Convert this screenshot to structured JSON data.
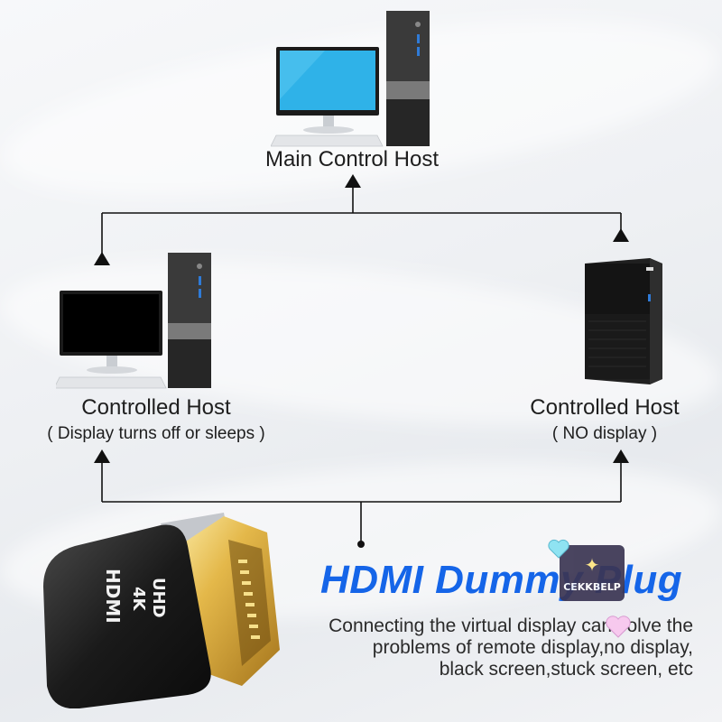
{
  "diagram": {
    "main_host": {
      "label": "Main Control Host"
    },
    "left_host": {
      "label": "Controlled Host",
      "note": "( Display turns off or sleeps )"
    },
    "right_host": {
      "label": "Controlled Host",
      "note": "( NO display )"
    }
  },
  "product": {
    "headline": "HDMI Dummy Plug",
    "plug_text_top": "HDMI",
    "plug_text_mid": "4K",
    "plug_text_bottom": "UHD",
    "description_lines": [
      "Connecting the virtual display can solve the",
      "problems of remote display,no display,",
      "black screen,stuck screen, etc"
    ]
  },
  "watermark": {
    "brand": "CEKKBELP"
  },
  "colors": {
    "accent": "#1565e8",
    "monitor_screen_main": "#2fb2e8",
    "monitor_screen_left": "#000000",
    "line": "#111111"
  }
}
